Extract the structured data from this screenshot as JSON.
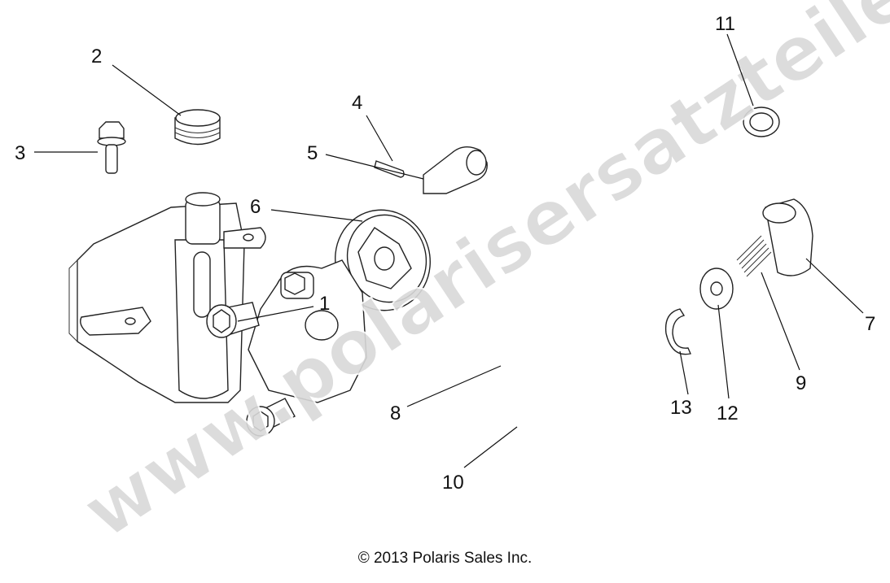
{
  "watermark": "www.polarisersatzteile.de",
  "copyright": "© 2013 Polaris Sales Inc.",
  "callouts": [
    "1",
    "2",
    "3",
    "4",
    "5",
    "6",
    "7",
    "8",
    "9",
    "10",
    "11",
    "12",
    "13"
  ]
}
